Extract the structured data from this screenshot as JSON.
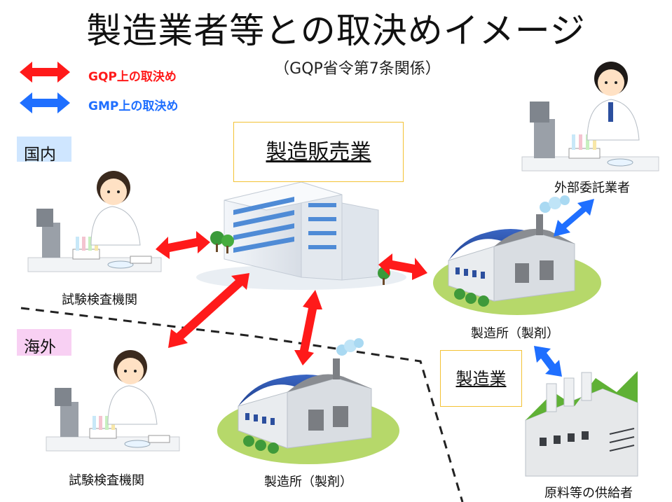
{
  "title": "製造業者等との取決めイメージ",
  "subtitle": "（GQP省令第7条関係）",
  "legend": {
    "gqp": {
      "label": "GQP上の取決め",
      "color": "#ff1a1a"
    },
    "gmp": {
      "label": "GMP上の取決め",
      "color": "#1f6fff"
    }
  },
  "regions": {
    "domestic": "国内",
    "overseas": "海外"
  },
  "nodes": {
    "distributor": "製造販売業",
    "manufacturer": "製造業",
    "lab_domestic": "試験検査機関",
    "lab_overseas": "試験検査機関",
    "plant_center": "製造所（製剤）",
    "plant_right": "製造所（製剤）",
    "contractor": "外部委託業者",
    "supplier": "原料等の供給者"
  }
}
